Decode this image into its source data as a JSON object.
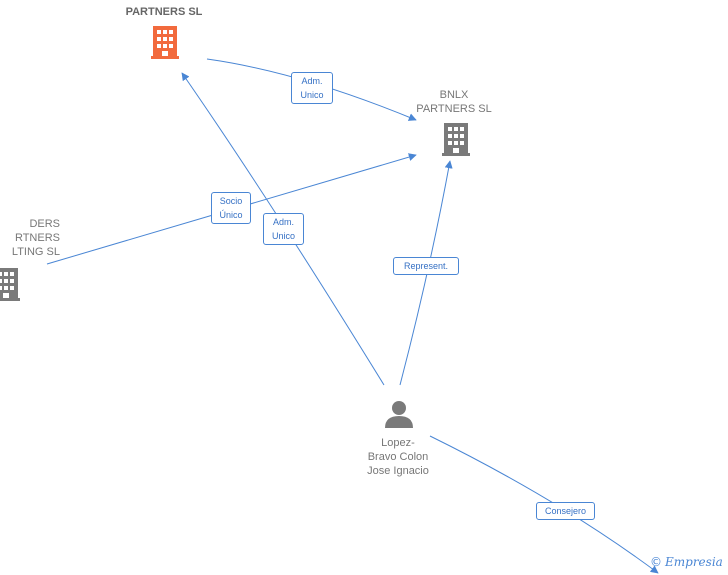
{
  "nodes": {
    "top_company": {
      "label": "PARTNERS  SL",
      "icon": "building-icon",
      "color": "#f26a3d"
    },
    "bnlx": {
      "label": "BNLX\nPARTNERS  SL",
      "icon": "building-icon",
      "color": "#7a7a7a"
    },
    "left_company": {
      "label": "DERS\nRTNERS\nLTING SL",
      "icon": "building-icon",
      "color": "#7a7a7a"
    },
    "person": {
      "label": "Lopez-\nBravo Colon\nJose Ignacio",
      "icon": "person-icon",
      "color": "#7a7a7a"
    }
  },
  "edges": {
    "adm_top_bnlx": "Adm.\nUnico",
    "socio_unico": "Socio\nÚnico",
    "adm_person_top": "Adm.\nUnico",
    "represent": "Represent.",
    "consejero": "Consejero"
  },
  "colors": {
    "edge": "#4a86d4",
    "accent": "#f26a3d"
  },
  "brand": {
    "symbol": "©",
    "name": "Empresia"
  }
}
